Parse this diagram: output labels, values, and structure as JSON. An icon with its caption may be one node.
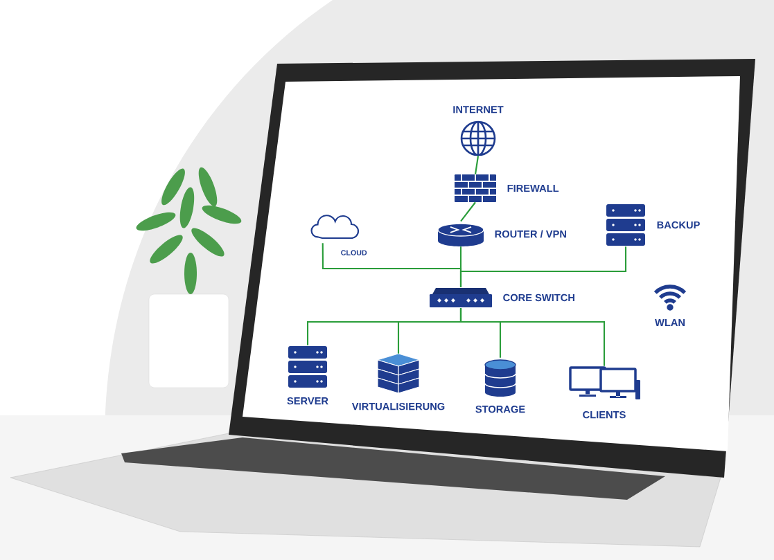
{
  "diagram": {
    "nodes": [
      {
        "text": [
          "INTERNET"
        ]
      },
      {
        "text": [
          "FIREWALL"
        ]
      },
      {
        "text": [
          "ROUTER / VPN"
        ]
      },
      {
        "text": [
          "CLOUD"
        ]
      },
      {
        "text": [
          "BACKUP"
        ]
      },
      {
        "text": [
          "CORE SWITCH"
        ]
      },
      {
        "text": [
          "WLAN"
        ]
      },
      {
        "text": [
          "SERVER"
        ]
      },
      {
        "text": [
          "VIRTUALISIERUNG"
        ]
      },
      {
        "text": [
          "STORAGE"
        ]
      },
      {
        "text": [
          "CLIENTS"
        ]
      }
    ],
    "edges": [
      {
        "from": 0,
        "to": 1,
        "arrow": "none"
      },
      {
        "from": 1,
        "to": 2,
        "arrow": "none"
      },
      {
        "from": 2,
        "to": 5,
        "arrow": "none"
      },
      {
        "from": 3,
        "to": 5,
        "arrow": "none"
      },
      {
        "from": 4,
        "to": 5,
        "arrow": "none"
      },
      {
        "from": 5,
        "to": 7,
        "arrow": "none"
      },
      {
        "from": 5,
        "to": 8,
        "arrow": "none"
      },
      {
        "from": 5,
        "to": 9,
        "arrow": "none"
      },
      {
        "from": 5,
        "to": 10,
        "arrow": "none"
      }
    ]
  }
}
